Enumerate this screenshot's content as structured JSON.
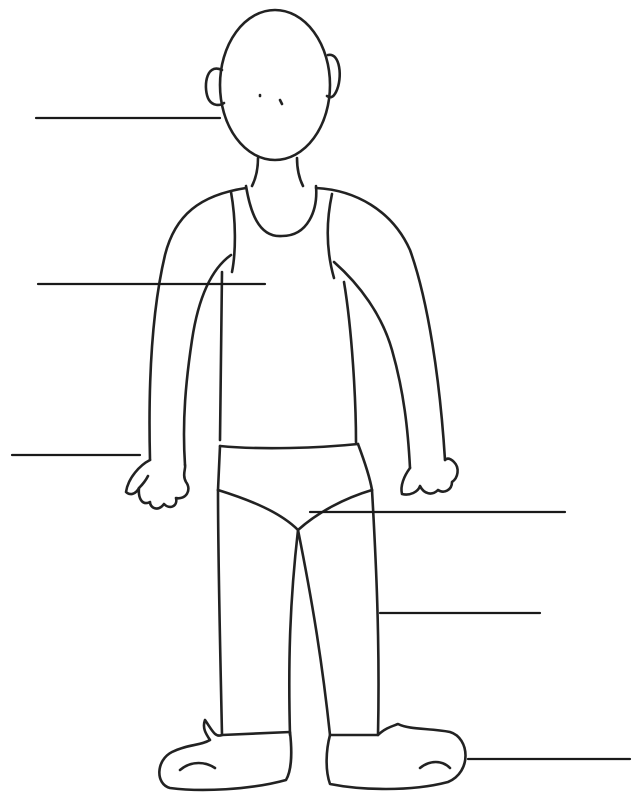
{
  "worksheet": {
    "label_lines": [
      {
        "id": "head"
      },
      {
        "id": "chest"
      },
      {
        "id": "hand"
      },
      {
        "id": "hip"
      },
      {
        "id": "leg"
      },
      {
        "id": "foot"
      }
    ]
  },
  "colors": {
    "ink": "#222222",
    "paper": "#ffffff"
  }
}
